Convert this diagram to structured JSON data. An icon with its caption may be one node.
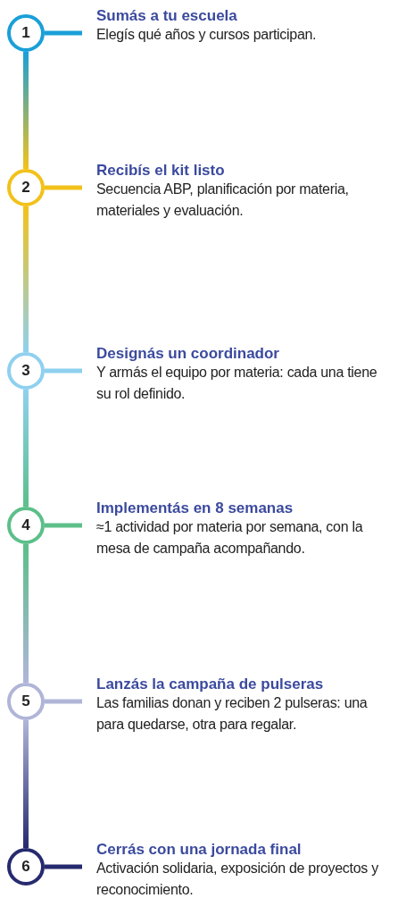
{
  "diagram": {
    "nodes": [
      {
        "text": [
          "1"
        ],
        "beside": [
          "Sumás a tu escuela",
          "Elegís qué años y cursos participan."
        ]
      },
      {
        "text": [
          "2"
        ],
        "beside": [
          "Recibís el kit listo",
          "Secuencia ABP, planificación por materia, materiales y evaluación."
        ]
      },
      {
        "text": [
          "3"
        ],
        "beside": [
          "Designás un coordinador",
          "Y armás el equipo por materia: cada una tiene su rol definido."
        ]
      },
      {
        "text": [
          "4"
        ],
        "beside": [
          "Implementás en 8 semanas",
          "≈1 actividad por materia por semana, con la mesa de campaña acompañando."
        ]
      },
      {
        "text": [
          "5"
        ],
        "beside": [
          "Lanzás la campaña de pulseras",
          "Las familias donan y reciben 2 pulseras: una para quedarse, otra para regalar."
        ]
      },
      {
        "text": [
          "6"
        ],
        "beside": [
          "Cerrás con una jornada final",
          "Activación solidaria, exposición de proyectos y reconocimiento."
        ]
      }
    ],
    "edges": [
      {
        "from": 0,
        "to": 1,
        "arrow": "none"
      },
      {
        "from": 1,
        "to": 2,
        "arrow": "none"
      },
      {
        "from": 2,
        "to": 3,
        "arrow": "none"
      },
      {
        "from": 3,
        "to": 4,
        "arrow": "none"
      },
      {
        "from": 4,
        "to": 5,
        "arrow": "none"
      }
    ]
  }
}
